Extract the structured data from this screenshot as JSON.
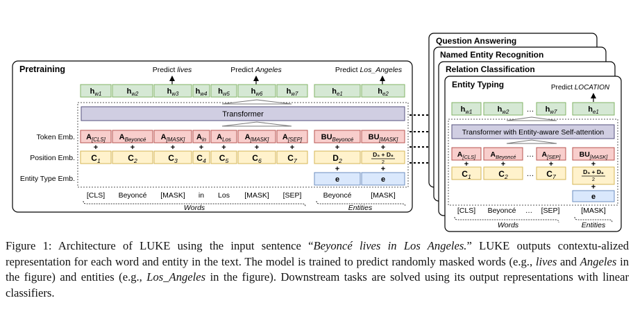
{
  "pretraining": {
    "title": "Pretraining",
    "predictions": {
      "p1": "Predict",
      "p1_word": "lives",
      "p2": "Predict",
      "p2_word": "Angeles",
      "p3": "Predict",
      "p3_word": "Los_Angeles"
    },
    "hidden": [
      {
        "base": "h",
        "sub": "w1"
      },
      {
        "base": "h",
        "sub": "w2"
      },
      {
        "base": "h",
        "sub": "w3"
      },
      {
        "base": "h",
        "sub": "w4"
      },
      {
        "base": "h",
        "sub": "w5"
      },
      {
        "base": "h",
        "sub": "w6"
      },
      {
        "base": "h",
        "sub": "w7"
      },
      {
        "base": "h",
        "sub": "e1"
      },
      {
        "base": "h",
        "sub": "e2"
      }
    ],
    "transformer": "Transformer",
    "row_labels": {
      "token": "Token Emb.",
      "position": "Position Emb.",
      "entity_type": "Entity Type Emb."
    },
    "token_emb": [
      {
        "base": "A",
        "sub": "[CLS]"
      },
      {
        "base": "A",
        "sub": "Beyoncé"
      },
      {
        "base": "A",
        "sub": "[MASK]"
      },
      {
        "base": "A",
        "sub": "in"
      },
      {
        "base": "A",
        "sub": "Los"
      },
      {
        "base": "A",
        "sub": "[MASK]"
      },
      {
        "base": "A",
        "sub": "[SEP]"
      },
      {
        "base": "BU",
        "sub": "Beyoncé"
      },
      {
        "base": "BU",
        "sub": "[MASK]"
      }
    ],
    "position_emb": [
      {
        "base": "C",
        "sub": "1"
      },
      {
        "base": "C",
        "sub": "2"
      },
      {
        "base": "C",
        "sub": "3"
      },
      {
        "base": "C",
        "sub": "4"
      },
      {
        "base": "C",
        "sub": "5"
      },
      {
        "base": "C",
        "sub": "6"
      },
      {
        "base": "C",
        "sub": "7"
      },
      {
        "base": "D",
        "sub": "2"
      },
      {
        "base": "D5+D6/2",
        "sub": ""
      }
    ],
    "frac": {
      "num": "D₅ + D₆",
      "den": "2"
    },
    "entity_type_emb": [
      "e",
      "e"
    ],
    "words": [
      "[CLS]",
      "Beyoncé",
      "[MASK]",
      "in",
      "Los",
      "[MASK]",
      "[SEP]"
    ],
    "entities": [
      "Beyoncé",
      "[MASK]"
    ],
    "words_label": "Words",
    "entities_label": "Entities"
  },
  "downstream": {
    "tasks": [
      "Question Answering",
      "Named Entity Recognition",
      "Relation Classification",
      "Entity Typing"
    ],
    "predict": "Predict",
    "predict_value": "LOCATION",
    "hidden": [
      {
        "base": "h",
        "sub": "w1"
      },
      {
        "base": "h",
        "sub": "w2"
      },
      {
        "base": "…",
        "sub": ""
      },
      {
        "base": "h",
        "sub": "w7"
      },
      {
        "base": "h",
        "sub": "e1"
      }
    ],
    "transformer": "Transformer with Entity-aware Self-attention",
    "token_emb": [
      {
        "base": "A",
        "sub": "[CLS]"
      },
      {
        "base": "A",
        "sub": "Beyoncé"
      },
      {
        "base": "A",
        "sub": "[SEP]"
      },
      {
        "base": "BU",
        "sub": "[MASK]"
      }
    ],
    "position_emb": [
      {
        "base": "C",
        "sub": "1"
      },
      {
        "base": "C",
        "sub": "2"
      },
      {
        "base": "C",
        "sub": "7"
      }
    ],
    "frac": {
      "num": "D₅ + D₆",
      "den": "2"
    },
    "entity_type_emb": "e",
    "ellipsis": "…",
    "words": [
      "[CLS]",
      "Beyoncé",
      "…",
      "[SEP]"
    ],
    "entities": [
      "[MASK]"
    ],
    "words_label": "Words",
    "entities_label": "Entities"
  },
  "caption": {
    "p1": "Figure 1: Architecture of LUKE using the input sentence “",
    "quote": "Beyoncé lives in Los Angeles.",
    "p2": "” LUKE outputs contextu-alized representation for each word and entity in the text. The model is trained to predict randomly masked words (e.g., ",
    "w1": "lives",
    "p3": " and ",
    "w2": "Angeles",
    "p4": " in the figure) and entities (e.g., ",
    "w3": "Los_Angeles",
    "p5": " in the figure).  Downstream tasks are solved using its output representations with linear classifiers."
  },
  "colors": {
    "green": "#d5e8d4",
    "green_stroke": "#82b366",
    "red": "#f8cecc",
    "red_stroke": "#b85450",
    "yellow": "#fff2cc",
    "yellow_stroke": "#d6b656",
    "blue": "#dae8fc",
    "blue_stroke": "#6c8ebf",
    "purple": "#d0cee2",
    "purple_stroke": "#56517e"
  }
}
